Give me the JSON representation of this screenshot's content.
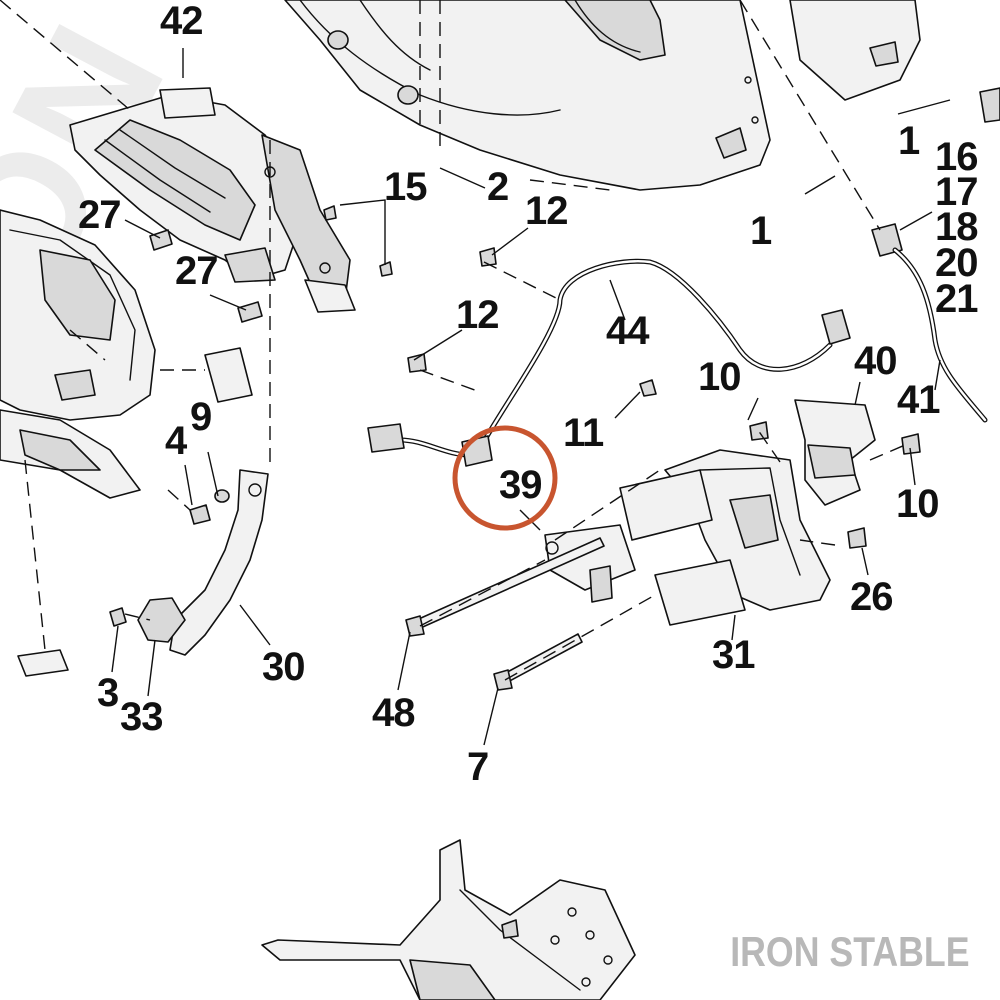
{
  "watermark": {
    "brand": "IRON STABLE"
  },
  "highlight": {
    "part": "39",
    "color": "#c8552f"
  },
  "callouts": [
    {
      "id": "42",
      "label": "42"
    },
    {
      "id": "2",
      "label": "2"
    },
    {
      "id": "1a",
      "label": "1"
    },
    {
      "id": "16",
      "label": "16"
    },
    {
      "id": "17",
      "label": "17"
    },
    {
      "id": "18",
      "label": "18"
    },
    {
      "id": "20",
      "label": "20"
    },
    {
      "id": "21",
      "label": "21"
    },
    {
      "id": "15",
      "label": "15"
    },
    {
      "id": "12a",
      "label": "12"
    },
    {
      "id": "1b",
      "label": "1"
    },
    {
      "id": "27a",
      "label": "27"
    },
    {
      "id": "27b",
      "label": "27"
    },
    {
      "id": "12b",
      "label": "12"
    },
    {
      "id": "44",
      "label": "44"
    },
    {
      "id": "40",
      "label": "40"
    },
    {
      "id": "10a",
      "label": "10"
    },
    {
      "id": "41",
      "label": "41"
    },
    {
      "id": "11",
      "label": "11"
    },
    {
      "id": "4",
      "label": "4"
    },
    {
      "id": "9",
      "label": "9"
    },
    {
      "id": "39",
      "label": "39"
    },
    {
      "id": "10b",
      "label": "10"
    },
    {
      "id": "26",
      "label": "26"
    },
    {
      "id": "30",
      "label": "30"
    },
    {
      "id": "31",
      "label": "31"
    },
    {
      "id": "3",
      "label": "3"
    },
    {
      "id": "33",
      "label": "33"
    },
    {
      "id": "48",
      "label": "48"
    },
    {
      "id": "7",
      "label": "7"
    }
  ]
}
